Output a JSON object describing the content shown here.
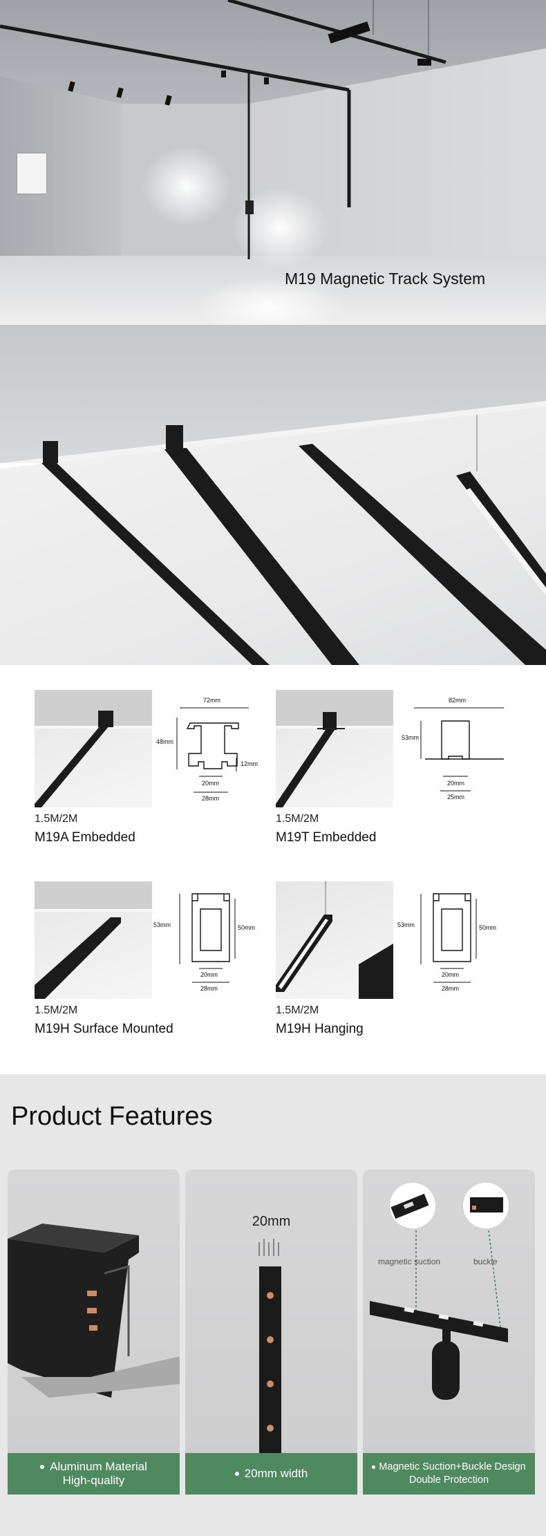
{
  "hero": {
    "title": "M19 Magnetic Track System"
  },
  "variants": [
    {
      "length": "1.5M/2M",
      "name": "M19A Embedded",
      "dims": {
        "top": "72mm",
        "left": "48mm",
        "right": "12mm",
        "inner": "20mm",
        "bottom": "28mm"
      }
    },
    {
      "length": "1.5M/2M",
      "name": "M19T Embedded",
      "dims": {
        "top": "82mm",
        "left": "53mm",
        "inner": "20mm",
        "bottom": "25mm"
      }
    },
    {
      "length": "1.5M/2M",
      "name": "M19H Surface Mounted",
      "dims": {
        "left": "53mm",
        "right": "50mm",
        "inner": "20mm",
        "bottom": "28mm"
      }
    },
    {
      "length": "1.5M/2M",
      "name": "M19H Hanging",
      "dims": {
        "left": "53mm",
        "right": "50mm",
        "inner": "20mm",
        "bottom": "28mm"
      }
    }
  ],
  "features": {
    "title": "Product Features",
    "cards": [
      {
        "line1": "Aluminum Material",
        "line2": "High-quality"
      },
      {
        "top_label": "20mm",
        "line1": "20mm width"
      },
      {
        "label_left": "magnetic suction",
        "label_right": "buckle",
        "line1": "Magnetic Suction+Buckle Design",
        "line2": "Double Protection"
      }
    ]
  },
  "colors": {
    "accent_green": "#4f8a5f",
    "track_black": "#1b1b1b",
    "section_grey": "#e7e7e8"
  }
}
